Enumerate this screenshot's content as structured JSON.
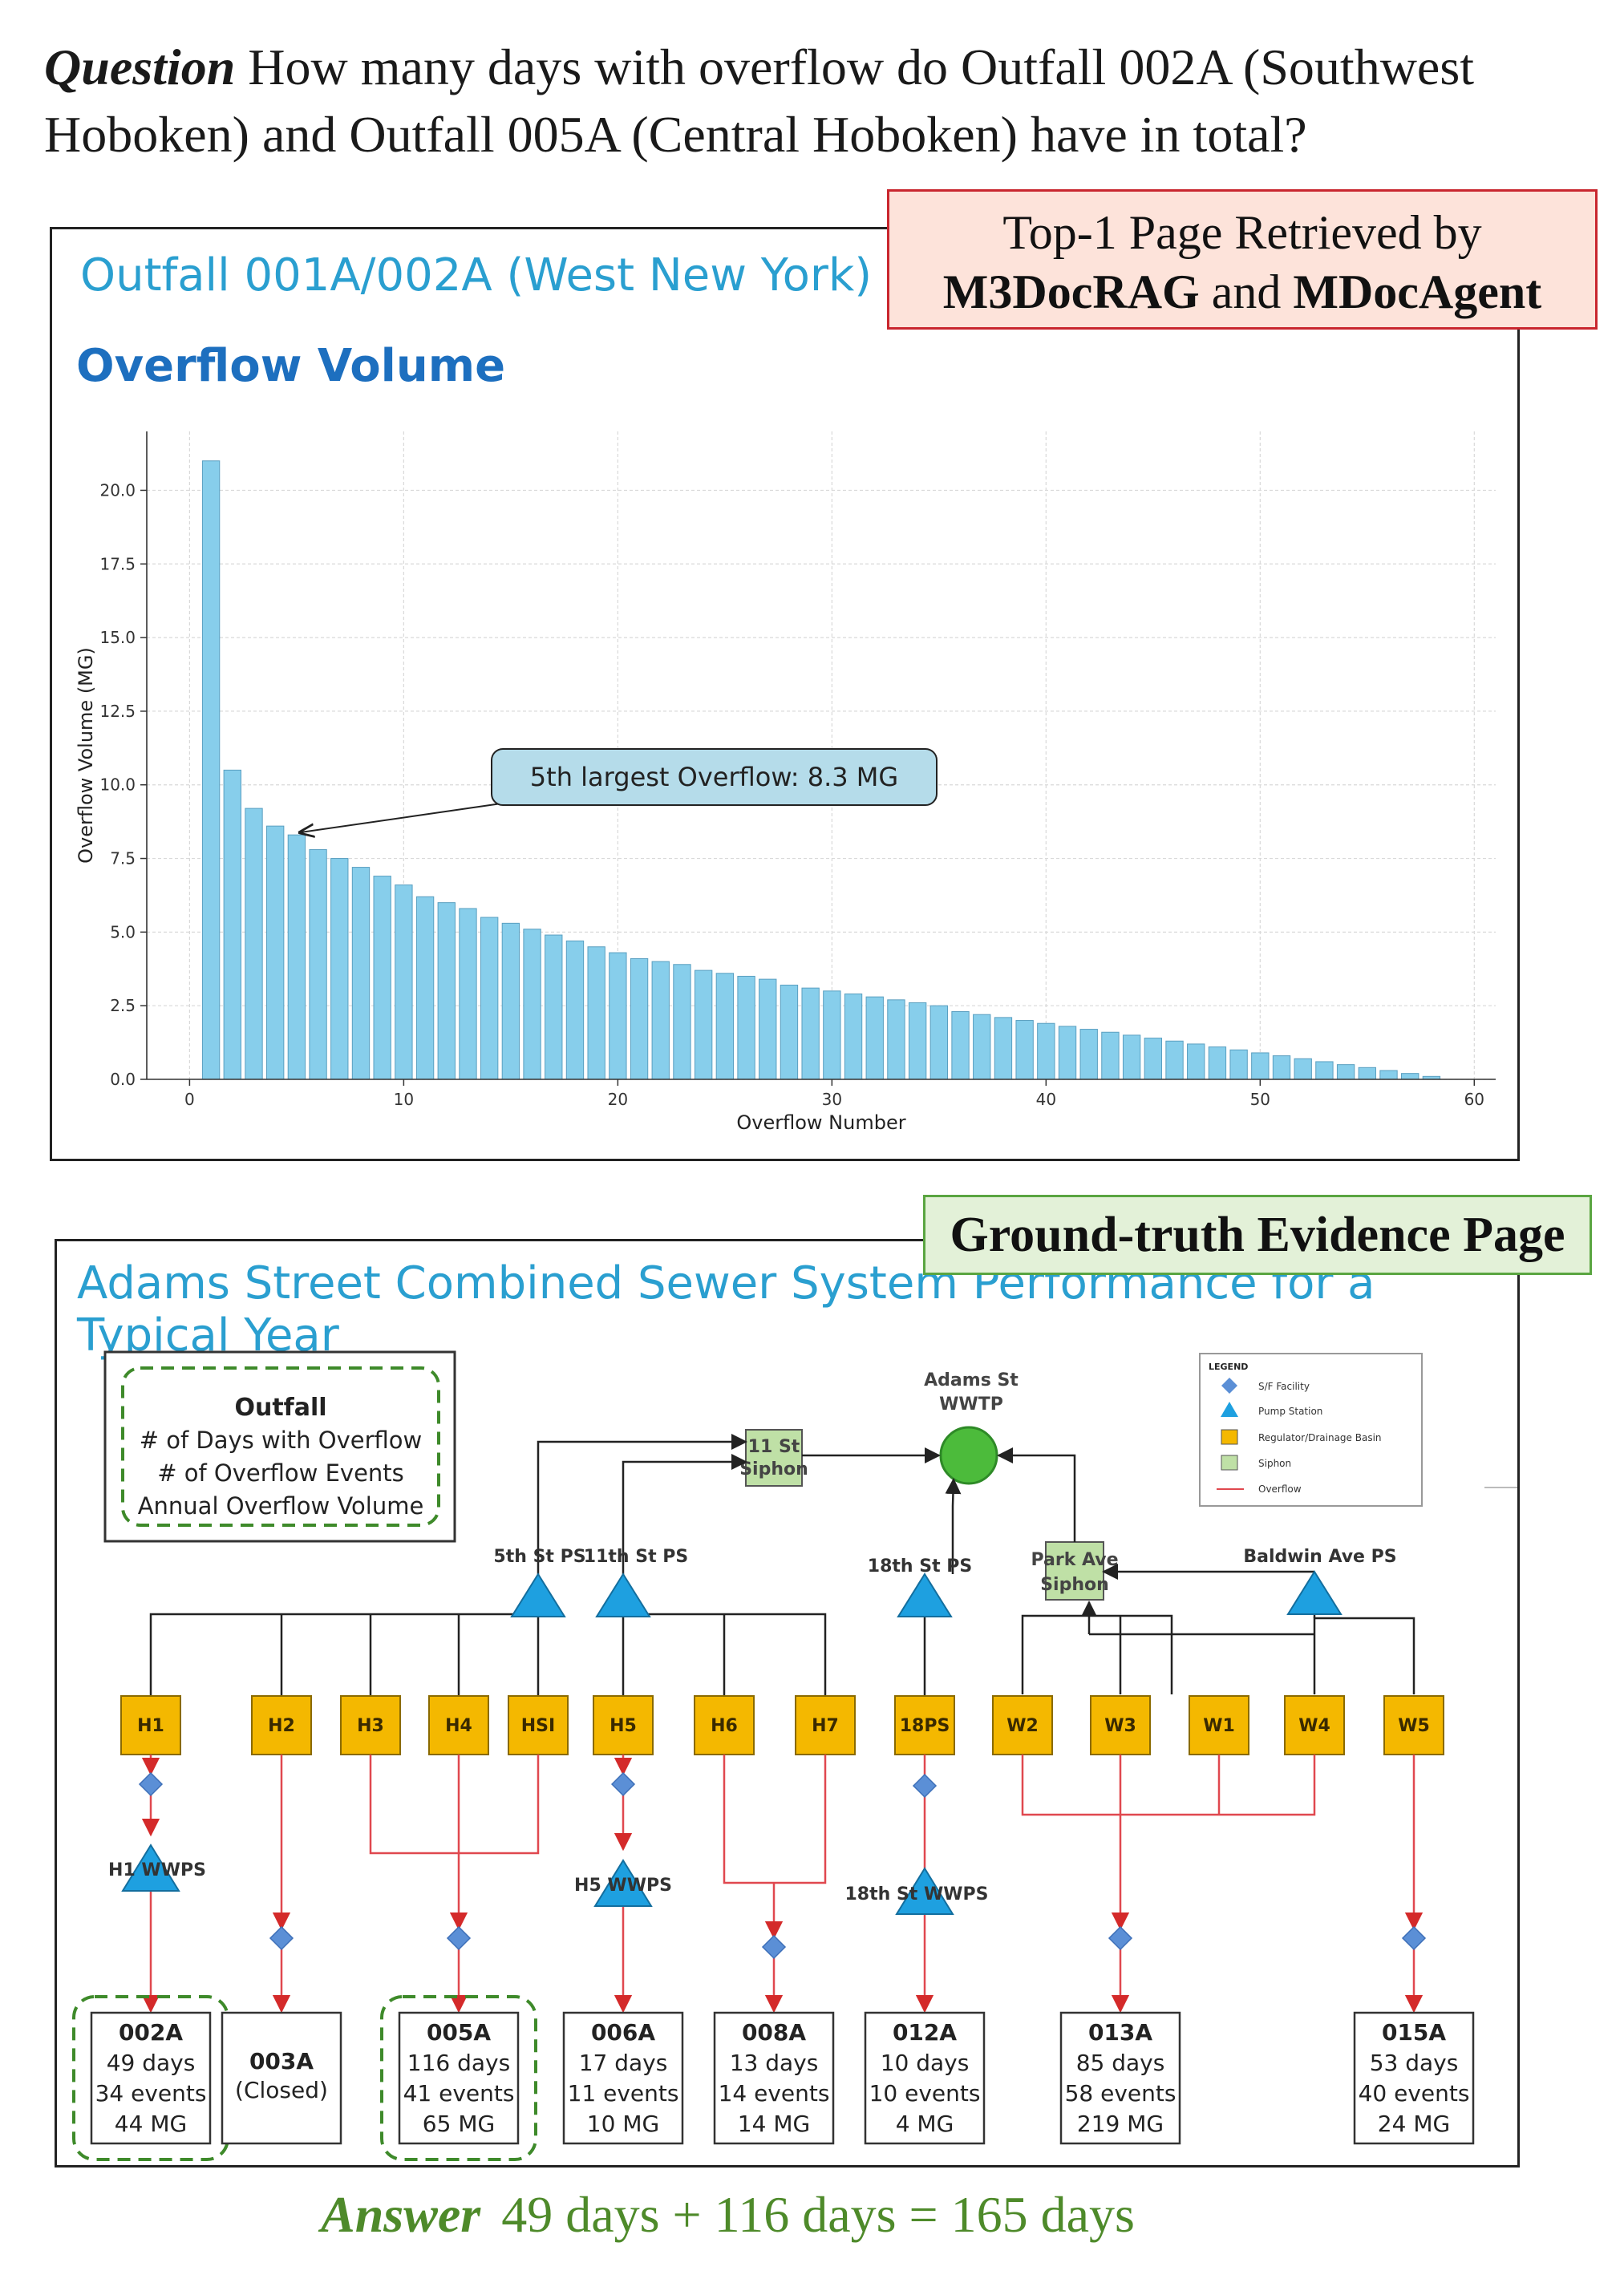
{
  "question": {
    "label": "Question",
    "text": " How many days with overflow do Outfall 002A (Southwest Hoboken) and Outfall 005A (Central Hoboken) have in total?"
  },
  "retrieved_tag": {
    "line1": "Top-1 Page Retrieved by",
    "bold1": "M3DocRAG",
    "mid": " and ",
    "bold2": "MDocAgent"
  },
  "evidence_tag": "Ground-truth Evidence Page",
  "panel1": {
    "title": "Outfall 001A/002A (West New York)",
    "subtitle": "Overflow Volume"
  },
  "chart_data": {
    "type": "bar",
    "title": "",
    "xlabel": "Overflow Number",
    "ylabel": "Overflow Volume (MG)",
    "xlim": [
      -2,
      61
    ],
    "ylim": [
      0,
      22
    ],
    "xticks": [
      0,
      10,
      20,
      30,
      40,
      50,
      60
    ],
    "yticks": [
      "0.0",
      "2.5",
      "5.0",
      "7.5",
      "10.0",
      "12.5",
      "15.0",
      "17.5",
      "20.0"
    ],
    "grid": true,
    "bar_color": "#87ceeb",
    "x": [
      1,
      2,
      3,
      4,
      5,
      6,
      7,
      8,
      9,
      10,
      11,
      12,
      13,
      14,
      15,
      16,
      17,
      18,
      19,
      20,
      21,
      22,
      23,
      24,
      25,
      26,
      27,
      28,
      29,
      30,
      31,
      32,
      33,
      34,
      35,
      36,
      37,
      38,
      39,
      40,
      41,
      42,
      43,
      44,
      45,
      46,
      47,
      48,
      49,
      50,
      51,
      52,
      53,
      54,
      55,
      56,
      57,
      58
    ],
    "values": [
      21.0,
      10.5,
      9.2,
      8.6,
      8.3,
      7.8,
      7.5,
      7.2,
      6.9,
      6.6,
      6.2,
      6.0,
      5.8,
      5.5,
      5.3,
      5.1,
      4.9,
      4.7,
      4.5,
      4.3,
      4.1,
      4.0,
      3.9,
      3.7,
      3.6,
      3.5,
      3.4,
      3.2,
      3.1,
      3.0,
      2.9,
      2.8,
      2.7,
      2.6,
      2.5,
      2.3,
      2.2,
      2.1,
      2.0,
      1.9,
      1.8,
      1.7,
      1.6,
      1.5,
      1.4,
      1.3,
      1.2,
      1.1,
      1.0,
      0.9,
      0.8,
      0.7,
      0.6,
      0.5,
      0.4,
      0.3,
      0.2,
      0.1
    ],
    "annotation": {
      "text": "5th largest Overflow: 8.3 MG",
      "x": 5,
      "y": 8.3
    }
  },
  "diagram": {
    "title": "Adams Street Combined Sewer System Performance for a Typical Year",
    "key": {
      "line1": "Outfall",
      "line2": "# of Days with Overflow",
      "line3": "# of Overflow Events",
      "line4": "Annual Overflow Volume"
    },
    "legend": {
      "title": "LEGEND",
      "items": [
        "S/F Facility",
        "Pump Station",
        "Regulator/Drainage Basin",
        "Siphon",
        "Overflow"
      ]
    },
    "wwtp": {
      "line1": "Adams St",
      "line2": "WWTP"
    },
    "siphons": {
      "s11_1": "11 St",
      "s11_2": "Siphon",
      "park_1": "Park Ave",
      "park_2": "Siphon"
    },
    "pump_stations": {
      "ps5": "5th St PS",
      "ps11": "11th St PS",
      "ps18": "18th St PS",
      "baldwin": "Baldwin Ave PS",
      "h1wwps": "H1 WWPS",
      "h5wwps": "H5 WWPS",
      "st18wwps": "18th St WWPS"
    },
    "regulators": [
      "H1",
      "H2",
      "H3",
      "H4",
      "HSI",
      "H5",
      "H6",
      "H7",
      "18PS",
      "W2",
      "W3",
      "W1",
      "W4",
      "W5"
    ],
    "outfalls": [
      {
        "id": "002A",
        "l1": "49 days",
        "l2": "34 events",
        "l3": "44 MG",
        "highlight": true
      },
      {
        "id": "003A",
        "l1": "(Closed)",
        "l2": "",
        "l3": "",
        "highlight": false
      },
      {
        "id": "005A",
        "l1": "116 days",
        "l2": "41 events",
        "l3": "65 MG",
        "highlight": true
      },
      {
        "id": "006A",
        "l1": "17 days",
        "l2": "11 events",
        "l3": "10 MG",
        "highlight": false
      },
      {
        "id": "008A",
        "l1": "13 days",
        "l2": "14 events",
        "l3": "14 MG",
        "highlight": false
      },
      {
        "id": "012A",
        "l1": "10 days",
        "l2": "10 events",
        "l3": "4 MG",
        "highlight": false
      },
      {
        "id": "013A",
        "l1": "85 days",
        "l2": "58 events",
        "l3": "219 MG",
        "highlight": false
      },
      {
        "id": "015A",
        "l1": "53 days",
        "l2": "40 events",
        "l3": "24 MG",
        "highlight": false
      }
    ]
  },
  "answer": {
    "label": "Answer",
    "text": "49 days + 116 days = 165 days"
  },
  "colors": {
    "title_blue": "#2a9fd0",
    "subtitle_blue": "#1d6fbf",
    "regulator": "#f4b800",
    "pump": "#1ea0e0",
    "siphon": "#bfe0a6",
    "overflow": "#e0484f",
    "answer_green": "#4e8a2a",
    "highlight_green": "#3e8a2a"
  }
}
